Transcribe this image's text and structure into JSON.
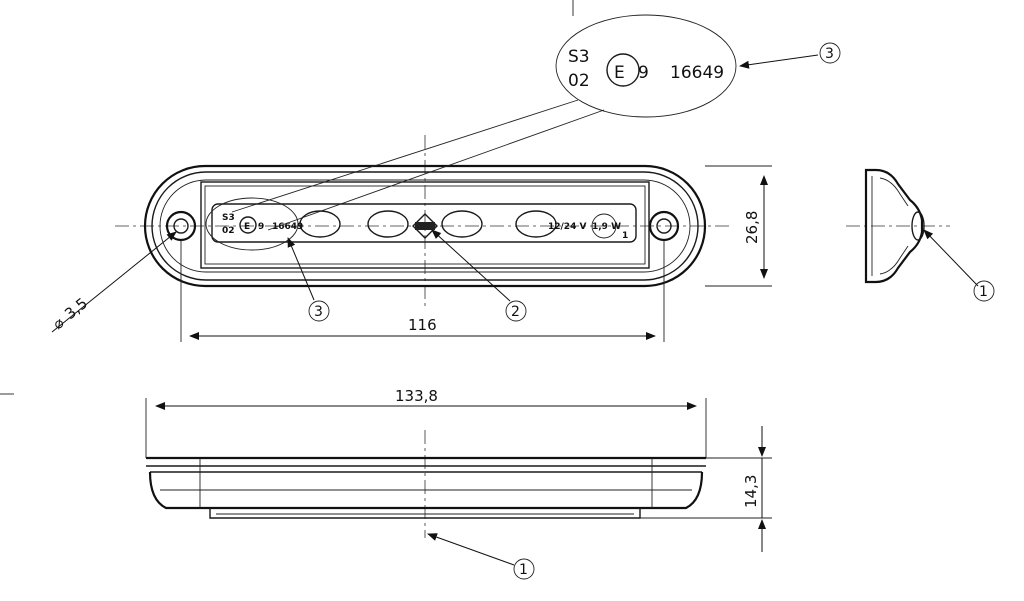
{
  "dimensions": {
    "overall_length": "133,8",
    "hole_spacing": "116",
    "body_width": "26,8",
    "height": "14,3",
    "hole_diameter": "3,5"
  },
  "callouts": {
    "marking": "3",
    "connector": "2",
    "cable": "1"
  },
  "marking": {
    "class_top": "S3",
    "class_bottom": "02",
    "approval_mark": "E",
    "approval_country": "9",
    "approval_number": "16649"
  },
  "rating": {
    "voltage": "12/24 V",
    "power": "1,9 W",
    "index": "1"
  }
}
